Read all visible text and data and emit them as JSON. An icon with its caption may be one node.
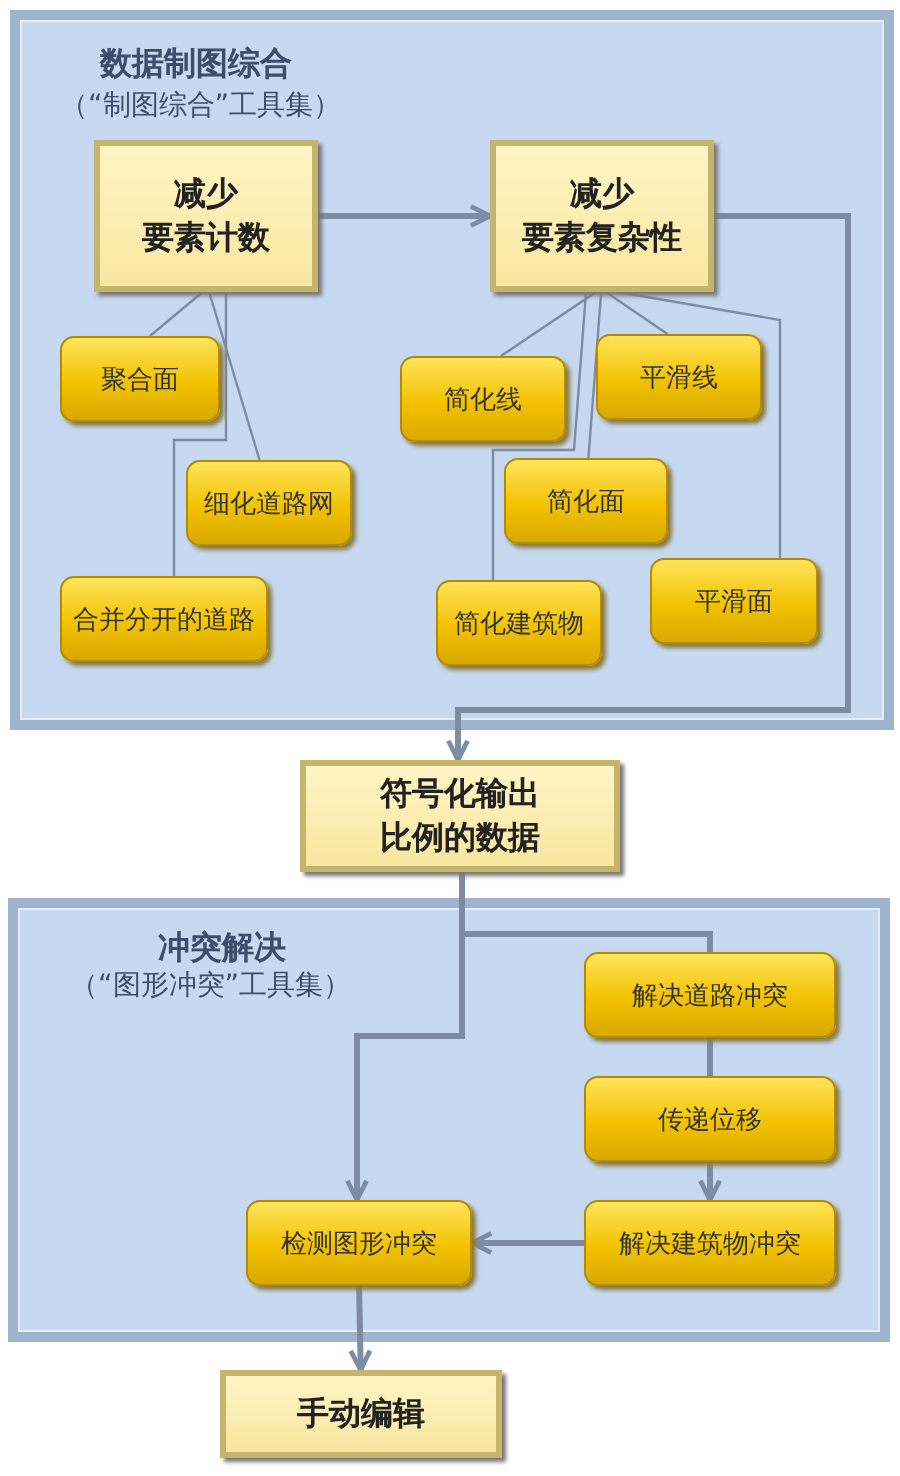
{
  "diagram": {
    "nodes": [
      {
        "text": [
          "数据制图综合",
          "（“制图综合”工具集）"
        ]
      },
      {
        "text": [
          "减少要素计数"
        ],
        "in": 0
      },
      {
        "text": [
          "减少要素复杂性"
        ],
        "in": 0
      },
      {
        "text": [
          "聚合面"
        ],
        "in": 0
      },
      {
        "text": [
          "细化道路网"
        ],
        "in": 0
      },
      {
        "text": [
          "合并分开的道路"
        ],
        "in": 0
      },
      {
        "text": [
          "简化线"
        ],
        "in": 0
      },
      {
        "text": [
          "平滑线"
        ],
        "in": 0
      },
      {
        "text": [
          "简化面"
        ],
        "in": 0
      },
      {
        "text": [
          "简化建筑物"
        ],
        "in": 0
      },
      {
        "text": [
          "平滑面"
        ],
        "in": 0
      },
      {
        "text": [
          "符号化输出比例的数据"
        ]
      },
      {
        "text": [
          "冲突解决",
          "（“图形冲突”工具集）"
        ]
      },
      {
        "text": [
          "解决道路冲突"
        ],
        "in": 12
      },
      {
        "text": [
          "传递位移"
        ],
        "in": 12
      },
      {
        "text": [
          "检测图形冲突"
        ],
        "in": 12
      },
      {
        "text": [
          "解决建筑物冲突"
        ],
        "in": 12
      },
      {
        "text": [
          "手动编辑"
        ]
      }
    ],
    "edges": [
      {
        "from": 1,
        "to": 3,
        "arrow": "none"
      },
      {
        "from": 1,
        "to": 4,
        "arrow": "none"
      },
      {
        "from": 1,
        "to": 5,
        "arrow": "none"
      },
      {
        "from": 1,
        "to": 2,
        "arrow": "to",
        "style": "thick"
      },
      {
        "from": 2,
        "to": 6,
        "arrow": "none"
      },
      {
        "from": 2,
        "to": 7,
        "arrow": "none"
      },
      {
        "from": 2,
        "to": 8,
        "arrow": "none"
      },
      {
        "from": 2,
        "to": 9,
        "arrow": "none"
      },
      {
        "from": 2,
        "to": 10,
        "arrow": "none"
      },
      {
        "from": 2,
        "to": 11,
        "arrow": "to",
        "style": "thick"
      },
      {
        "from": 11,
        "to": 15,
        "arrow": "to",
        "style": "thick"
      },
      {
        "from": 11,
        "to": 13,
        "arrow": "none",
        "style": "thick"
      },
      {
        "from": 13,
        "to": 14,
        "arrow": "none",
        "style": "thick"
      },
      {
        "from": 14,
        "to": 16,
        "arrow": "to",
        "style": "thick"
      },
      {
        "from": 16,
        "to": 15,
        "arrow": "to",
        "style": "thick"
      },
      {
        "from": 15,
        "to": 17,
        "arrow": "to",
        "style": "thick"
      }
    ]
  }
}
